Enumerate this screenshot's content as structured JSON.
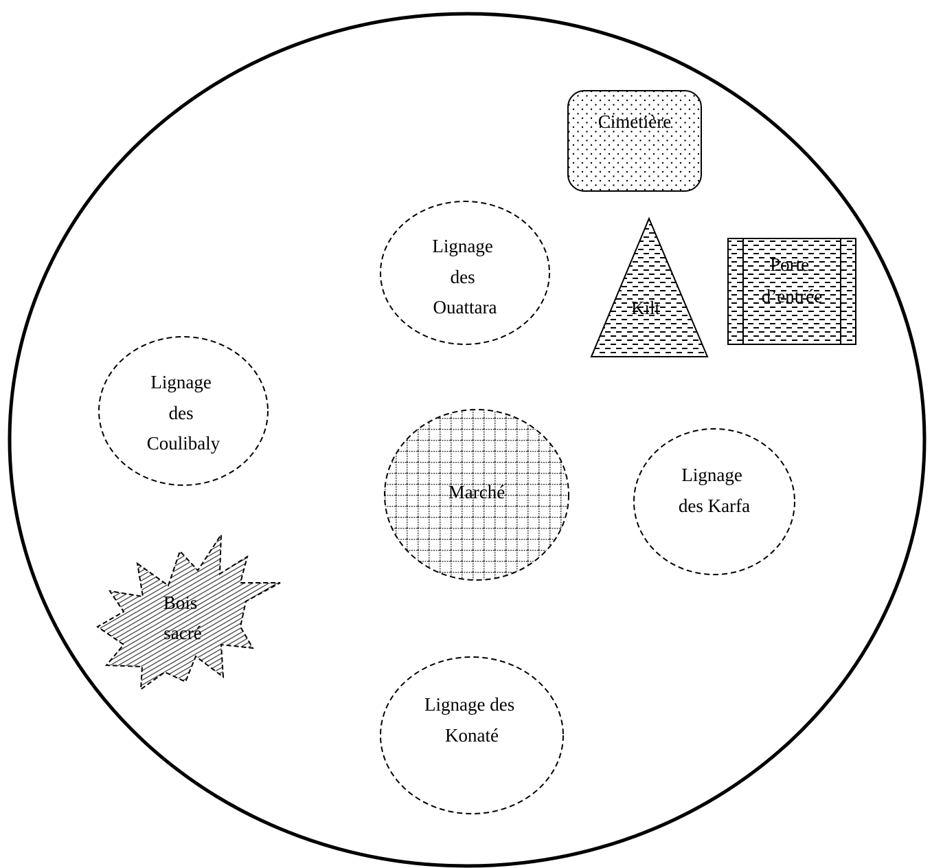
{
  "diagram": {
    "boundary": "village-boundary",
    "zones": {
      "cimetiere": {
        "lines": [
          "Cimetière"
        ]
      },
      "ouattara": {
        "lines": [
          "Lignage",
          "des",
          "Ouattara"
        ]
      },
      "kilt": {
        "lines": [
          "Kilt"
        ]
      },
      "porte": {
        "lines": [
          "Porte",
          "d’entrée"
        ]
      },
      "coulibaly": {
        "lines": [
          "Lignage",
          "des",
          "Coulibaly"
        ]
      },
      "marche": {
        "lines": [
          "Marché"
        ]
      },
      "karfa": {
        "lines": [
          "Lignage",
          "des Karfa"
        ]
      },
      "bois": {
        "lines": [
          "Bois",
          "sacré"
        ]
      },
      "konate": {
        "lines": [
          "Lignage des",
          "Konaté"
        ]
      }
    }
  }
}
